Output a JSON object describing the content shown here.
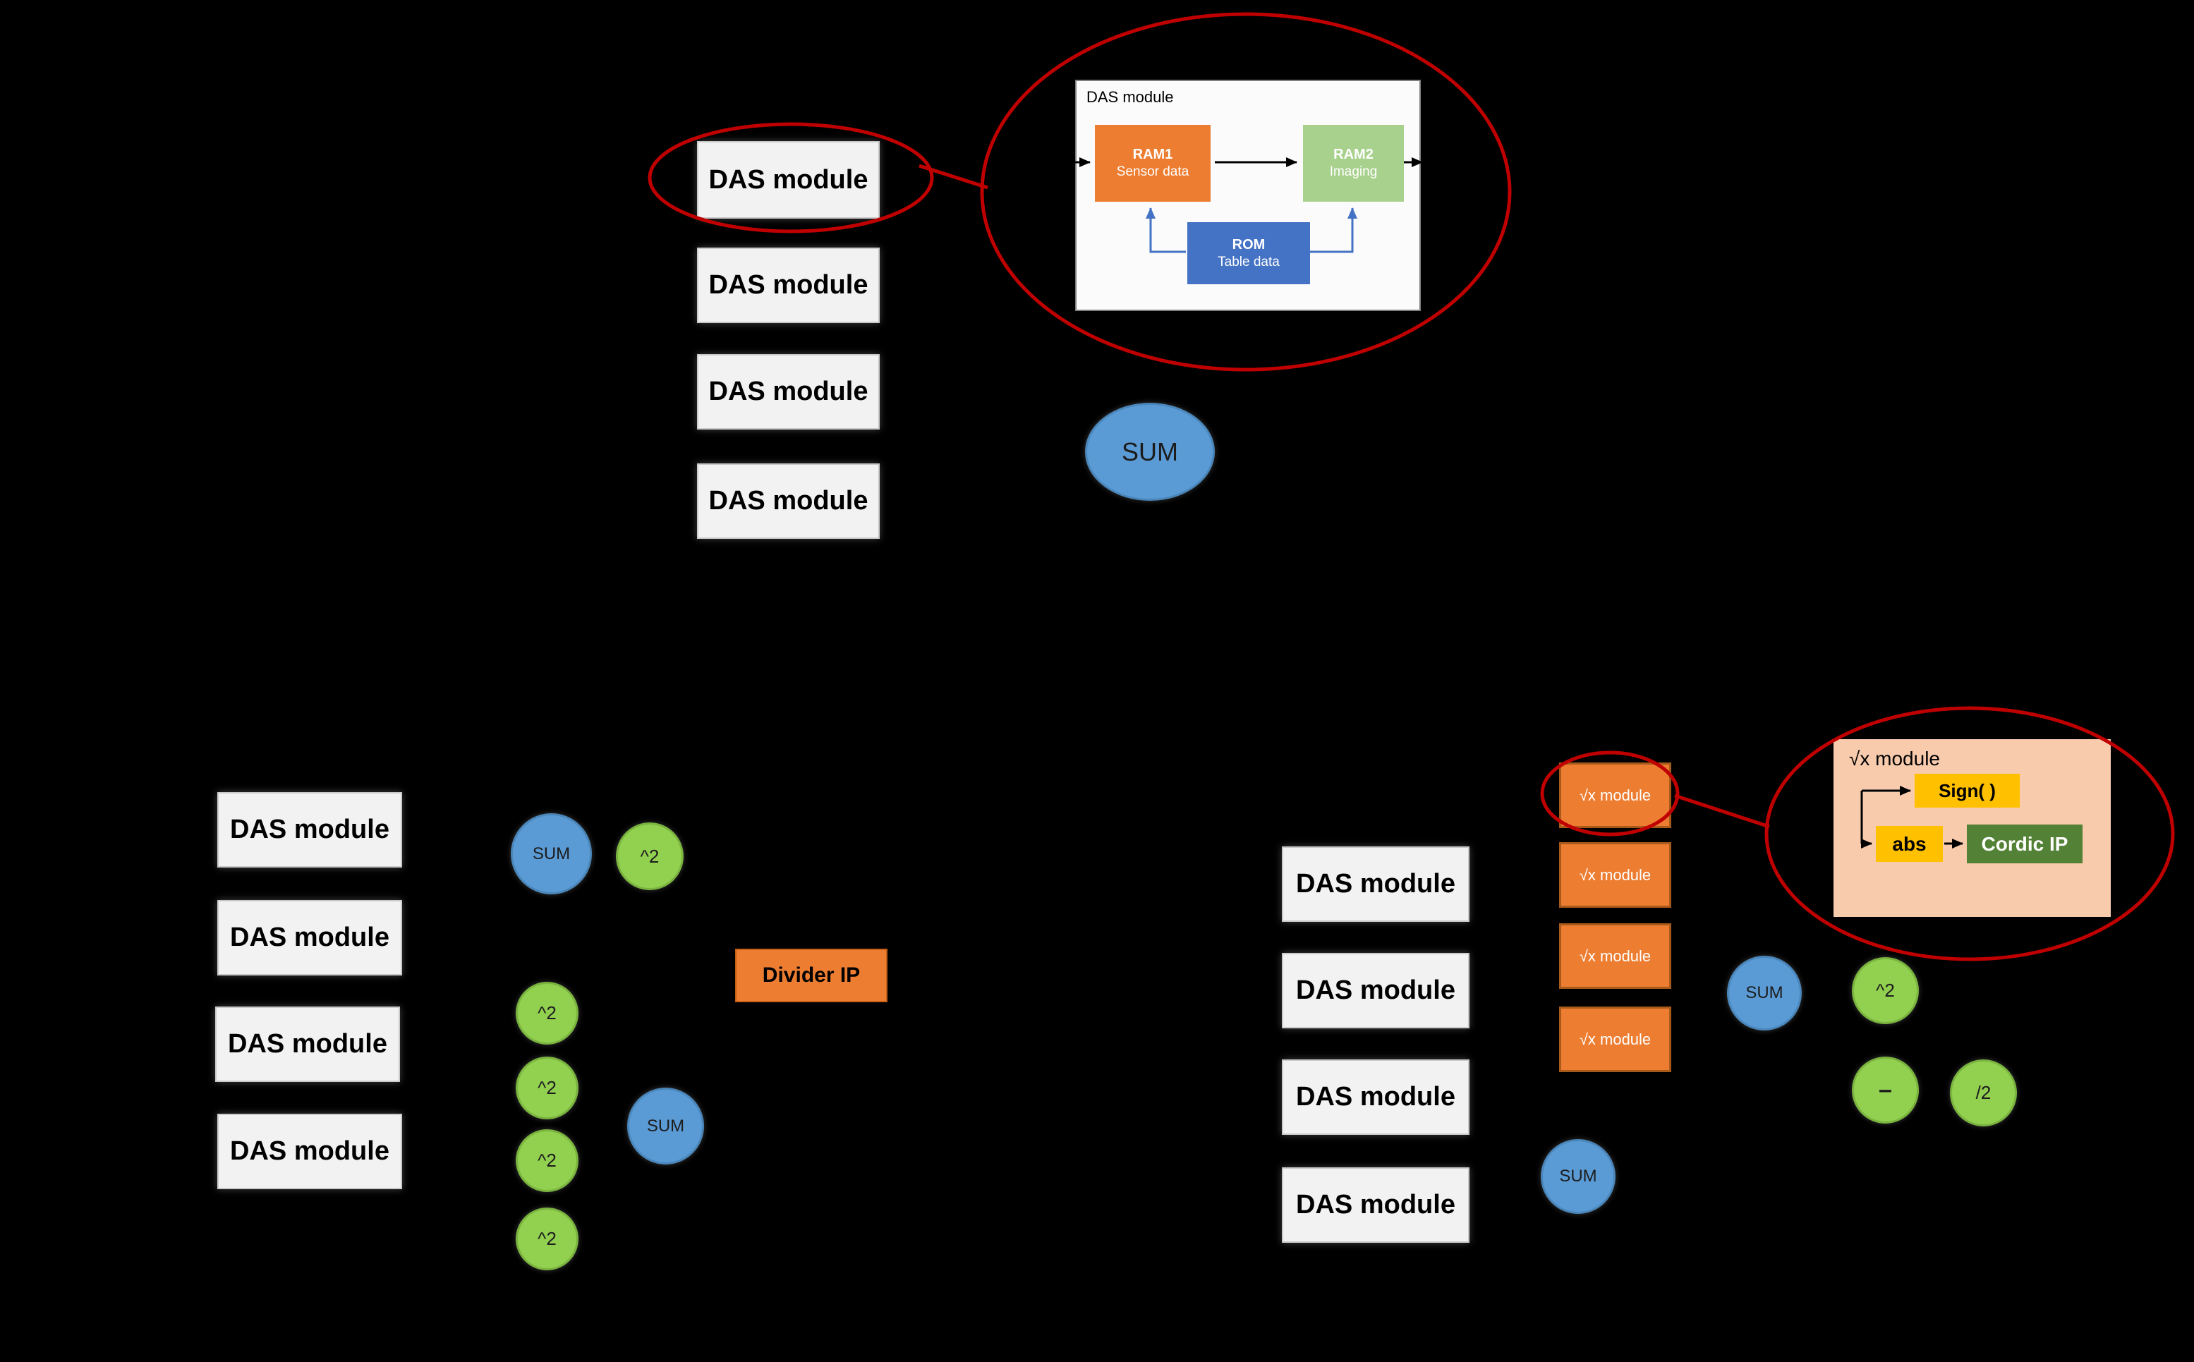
{
  "colors": {
    "background": "#000000",
    "das_box_gray": "#f2f2f2",
    "highlight_red": "#c00000",
    "orange": "#ed7d31",
    "ram2_green": "#a9d18e",
    "rom_blue": "#4472c4",
    "sum_blue": "#5b9bd5",
    "op_green": "#92d050",
    "yellow": "#ffc000",
    "cordic_green": "#538135",
    "peach": "#f8cbad"
  },
  "top_section": {
    "das_modules": [
      "DAS module",
      "DAS module",
      "DAS module",
      "DAS module"
    ],
    "sum_label": "SUM",
    "detail": {
      "title": "DAS module",
      "ram1_title": "RAM1",
      "ram1_sub": "Sensor data",
      "ram2_title": "RAM2",
      "ram2_sub": "Imaging",
      "rom_title": "ROM",
      "rom_sub": "Table data"
    }
  },
  "left_section": {
    "das_modules": [
      "DAS module",
      "DAS module",
      "DAS module",
      "DAS module"
    ],
    "sum_top_label": "SUM",
    "square_top_label": "^2",
    "divider_label": "Divider IP",
    "square_labels": [
      "^2",
      "^2",
      "^2",
      "^2"
    ],
    "sum_bottom_label": "SUM"
  },
  "right_section": {
    "das_modules": [
      "DAS module",
      "DAS module",
      "DAS module",
      "DAS module"
    ],
    "sqrt_modules": [
      "√x module",
      "√x module",
      "√x module",
      "√x module"
    ],
    "sum_left_label": "SUM",
    "sum_mid_label": "SUM",
    "square_label": "^2",
    "minus_label": "–",
    "half_label": "/2",
    "detail": {
      "title": "√x module",
      "sign_label": "Sign( )",
      "abs_label": "abs",
      "cordic_label": "Cordic IP"
    }
  }
}
